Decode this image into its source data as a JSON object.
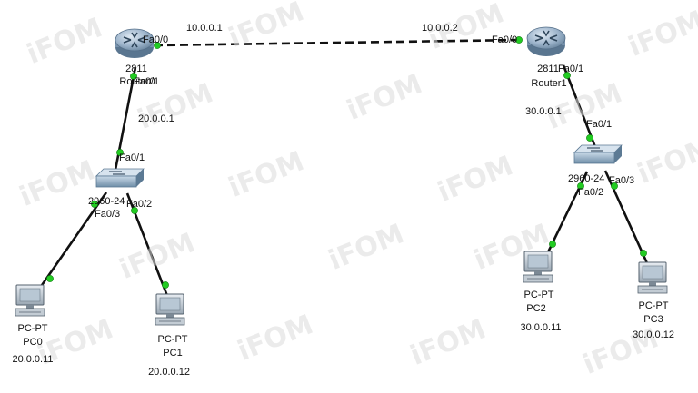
{
  "watermark": "iFOM",
  "devices": {
    "router0": {
      "model": "2811",
      "name": "Router0"
    },
    "router1": {
      "model": "2811",
      "name": "Router1"
    },
    "switch0": {
      "model": "2960-24"
    },
    "switch1": {
      "model": "2960-24"
    },
    "pc0": {
      "type": "PC-PT",
      "name": "PC0",
      "ip": "20.0.0.11"
    },
    "pc1": {
      "type": "PC-PT",
      "name": "PC1",
      "ip": "20.0.0.12"
    },
    "pc2": {
      "type": "PC-PT",
      "name": "PC2",
      "ip": "30.0.0.11"
    },
    "pc3": {
      "type": "PC-PT",
      "name": "PC3",
      "ip": "30.0.0.12"
    }
  },
  "ports": {
    "r0_fa00": "Fa0/0",
    "r0_fa01": "Fa0/1",
    "r1_fa00": "Fa0/0",
    "r1_fa01": "Fa0/1",
    "sw0_fa01": "Fa0/1",
    "sw0_fa02": "Fa0/2",
    "sw0_fa03": "Fa0/3",
    "sw1_fa01": "Fa0/1",
    "sw1_fa02": "Fa0/2",
    "sw1_fa03": "Fa0/3"
  },
  "addresses": {
    "r0_wan": "10.0.0.1",
    "r1_wan": "10.0.0.2",
    "r0_lan": "20.0.0.1",
    "r1_lan": "30.0.0.1"
  },
  "colors": {
    "link": "#111111",
    "link_up": "#22cc22",
    "router_body": "#8fa9c3",
    "switch_body": "#7f9db7",
    "watermark": "#dcdcdc"
  }
}
